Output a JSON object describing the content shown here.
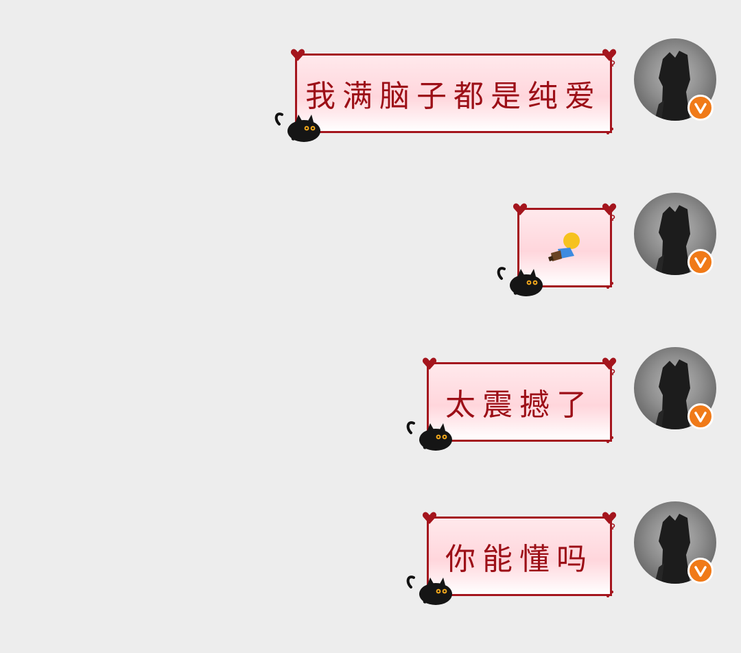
{
  "chat": {
    "messages": [
      {
        "type": "text",
        "text": "我满脑子都是纯爱"
      },
      {
        "type": "emoji",
        "emoji": "lying-person-emoji"
      },
      {
        "type": "text",
        "text": "太震撼了"
      },
      {
        "type": "text",
        "text": "你能懂吗"
      }
    ],
    "sender": {
      "avatar": "avatar",
      "badge": "V"
    }
  },
  "colors": {
    "background": "#ededed",
    "bubble_border": "#a4151d",
    "bubble_fill": "#ffd6dc",
    "text": "#9c0f17",
    "badge": "#f07a18"
  }
}
